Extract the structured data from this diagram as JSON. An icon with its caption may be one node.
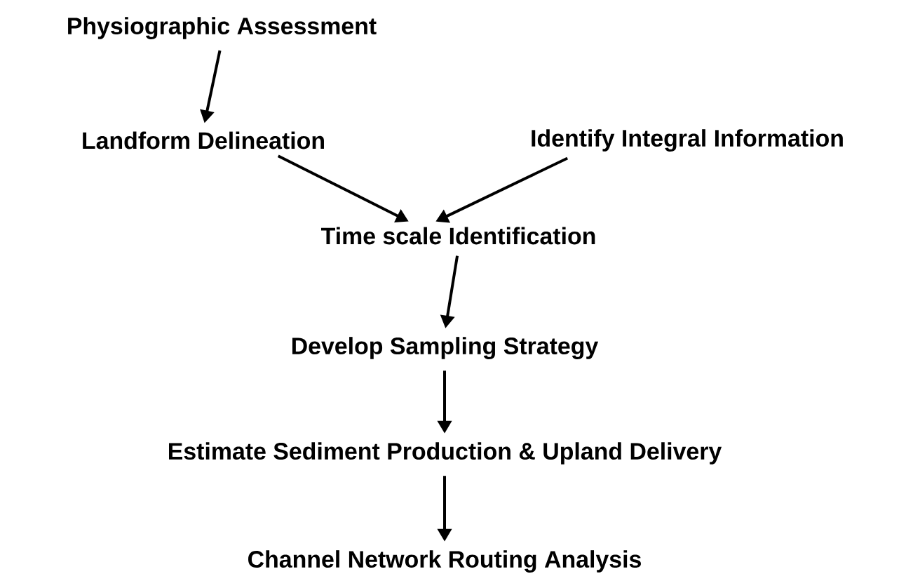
{
  "diagram": {
    "nodes": [
      {
        "text": [
          "Physiographic Assessment"
        ]
      },
      {
        "text": [
          "Landform Delineation"
        ]
      },
      {
        "text": [
          "Identify Integral Information"
        ]
      },
      {
        "text": [
          "Time scale Identification"
        ]
      },
      {
        "text": [
          "Develop Sampling Strategy"
        ]
      },
      {
        "text": [
          "Estimate Sediment Production & Upland Delivery"
        ]
      },
      {
        "text": [
          "Channel Network Routing Analysis"
        ]
      }
    ],
    "edges": [
      {
        "from": 0,
        "to": 1,
        "arrow": "to"
      },
      {
        "from": 1,
        "to": 3,
        "arrow": "to"
      },
      {
        "from": 2,
        "to": 3,
        "arrow": "to"
      },
      {
        "from": 3,
        "to": 4,
        "arrow": "to"
      },
      {
        "from": 4,
        "to": 5,
        "arrow": "to"
      },
      {
        "from": 5,
        "to": 6,
        "arrow": "to"
      }
    ]
  }
}
